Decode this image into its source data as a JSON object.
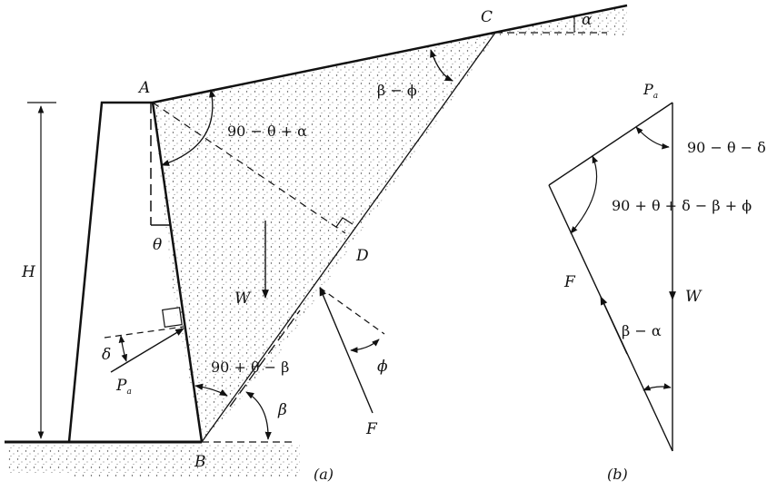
{
  "figure_a": {
    "points": {
      "A": "A",
      "B": "B",
      "C": "C",
      "D": "D"
    },
    "height_label": "H",
    "weight_label": "W",
    "force_label": "F",
    "pressure_label": "P",
    "pressure_sub": "a",
    "angles": {
      "theta": "θ",
      "delta": "δ",
      "phi": "ϕ",
      "beta": "β",
      "alpha": "α",
      "top_angle": "90 − θ + α",
      "beta_minus_phi": "β − ϕ",
      "bottom_angle": "90 + θ − β"
    },
    "caption": "(a)"
  },
  "figure_b": {
    "pressure_label": "P",
    "pressure_sub": "a",
    "weight_label": "W",
    "force_label": "F",
    "angles": {
      "top": "90 − θ − δ",
      "left": "90 + θ + δ − β + ϕ",
      "bottom": "β − α"
    },
    "caption": "(b)"
  }
}
